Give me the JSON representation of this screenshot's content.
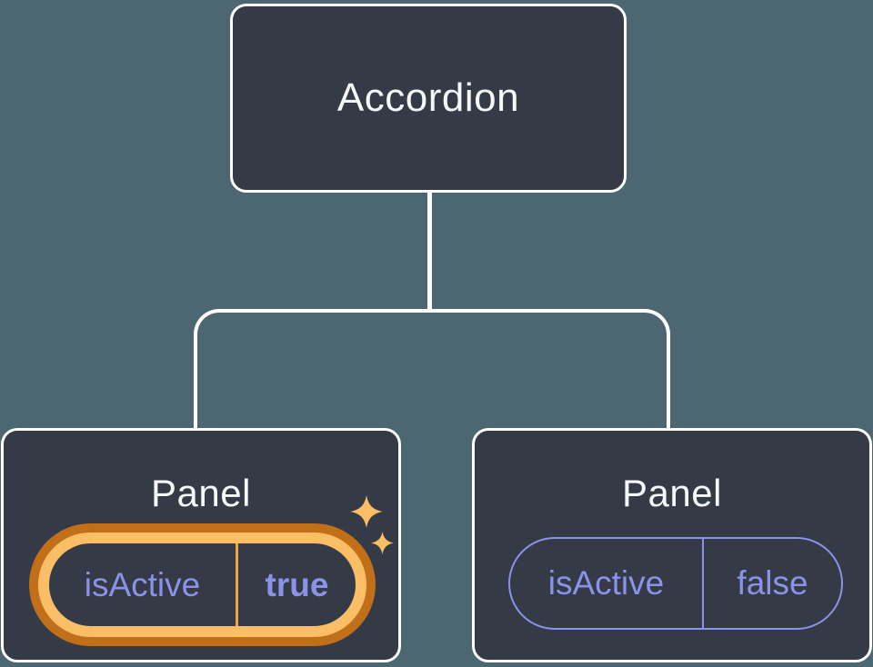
{
  "theme": {
    "bg": "#4C6771",
    "node_fill": "#343A46",
    "node_border": "#FFFFFF",
    "connector": "#FFFFFF",
    "title_text": "#F6F7F9",
    "purple": "#8A93E8",
    "orange_outer": "#C26F1A",
    "orange_inner": "#F9BE66",
    "orange_divider": "#E8A64A",
    "sparkle": "#F9BE66"
  },
  "tree": {
    "root": {
      "label": "Accordion"
    },
    "children": [
      {
        "label": "Panel",
        "state": {
          "key": "isActive",
          "value": "true"
        },
        "highlighted": true,
        "highlight_color_outer": "#C26F1A",
        "highlight_color_inner": "#F9BE66"
      },
      {
        "label": "Panel",
        "state": {
          "key": "isActive",
          "value": "false"
        },
        "highlighted": false,
        "border_color": "#8A93E8"
      }
    ]
  }
}
